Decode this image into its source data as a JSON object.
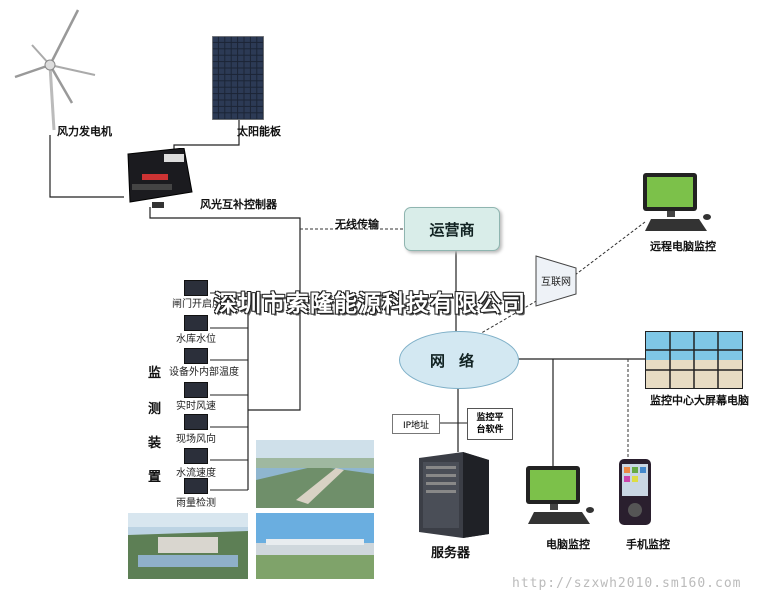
{
  "title_watermark": "深圳市索隆能源科技有限公司",
  "source_url": "http://szxwh2010.sm160.com",
  "components": {
    "wind_turbine": "风力发电机",
    "solar_panel": "太阳能板",
    "controller": "风光互补控制器",
    "wireless": "无线传输",
    "operator": "运营商",
    "internet": "互联网",
    "network": "网络",
    "server": "服务器",
    "ip_address": "IP地址",
    "software": "监控平\n台软件",
    "remote_pc": "远程电脑监控",
    "big_screen": "监控中心大屏幕电脑",
    "pc_monitor": "电脑监控",
    "phone_monitor": "手机监控"
  },
  "monitor_devices": {
    "vertical_label": [
      "监",
      "测",
      "装",
      "置"
    ],
    "items": [
      "闸门开启度",
      "水库水位",
      "设备外内部温度",
      "实时风速",
      "现场风向",
      "水流速度",
      "雨量检测"
    ]
  },
  "colors": {
    "operator_fill": "#d9ede9",
    "network_fill": "#d3e8f2",
    "line": "#222222"
  }
}
